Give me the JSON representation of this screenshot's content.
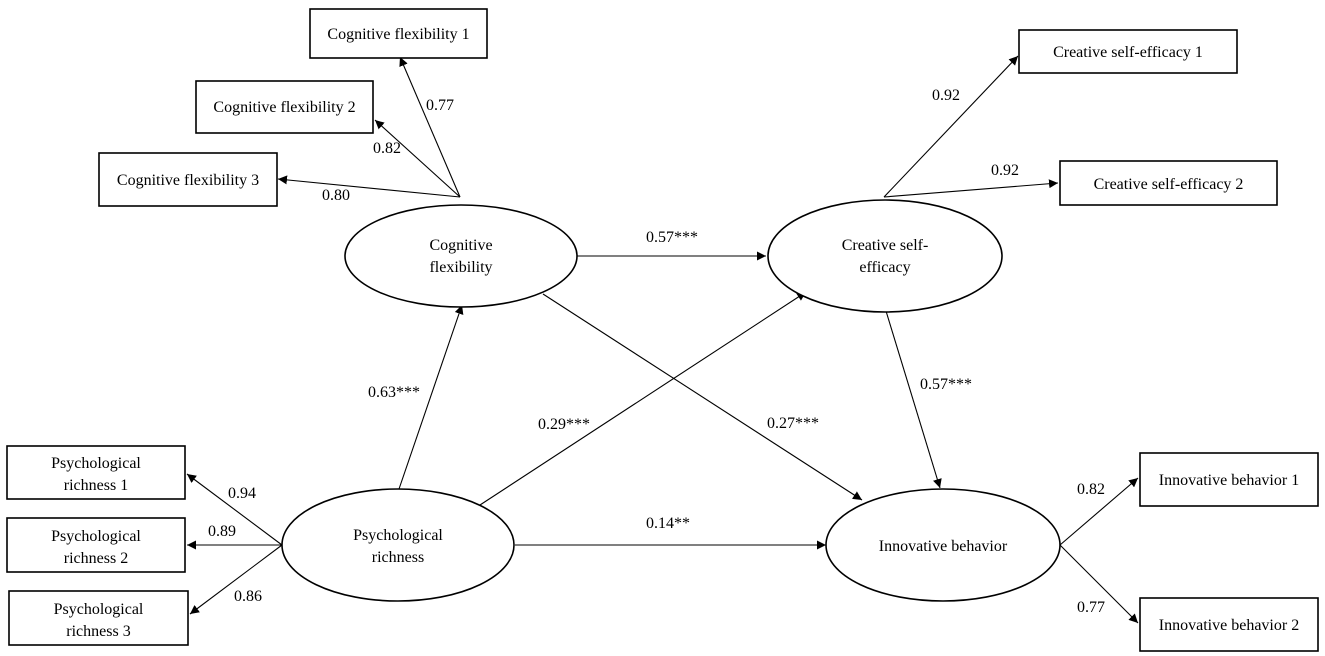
{
  "latent": {
    "cognitive_flexibility": [
      "Cognitive",
      "flexibility"
    ],
    "creative_self_efficacy": [
      "Creative self-",
      "efficacy"
    ],
    "psychological_richness": [
      "Psychological",
      "richness"
    ],
    "innovative_behavior": [
      "Innovative behavior"
    ]
  },
  "indicators": {
    "cognitive_flexibility": [
      "Cognitive flexibility 1",
      "Cognitive flexibility 2",
      "Cognitive flexibility 3"
    ],
    "creative_self_efficacy": [
      "Creative self-efficacy 1",
      "Creative self-efficacy 2"
    ],
    "psychological_richness": [
      [
        "Psychological",
        "richness 1"
      ],
      [
        "Psychological",
        "richness 2"
      ],
      [
        "Psychological",
        "richness 3"
      ]
    ],
    "innovative_behavior": [
      "Innovative behavior 1",
      "Innovative behavior 2"
    ]
  },
  "loadings": {
    "cognitive_flexibility": [
      "0.77",
      "0.82",
      "0.80"
    ],
    "creative_self_efficacy": [
      "0.92",
      "0.92"
    ],
    "psychological_richness": [
      "0.94",
      "0.89",
      "0.86"
    ],
    "innovative_behavior": [
      "0.82",
      "0.77"
    ]
  },
  "paths": {
    "cf_to_cse": "0.57***",
    "cf_to_ib": "0.27***",
    "pr_to_cf": "0.63***",
    "pr_to_cse": "0.29***",
    "pr_to_ib": "0.14**",
    "cse_to_ib": "0.57***"
  }
}
